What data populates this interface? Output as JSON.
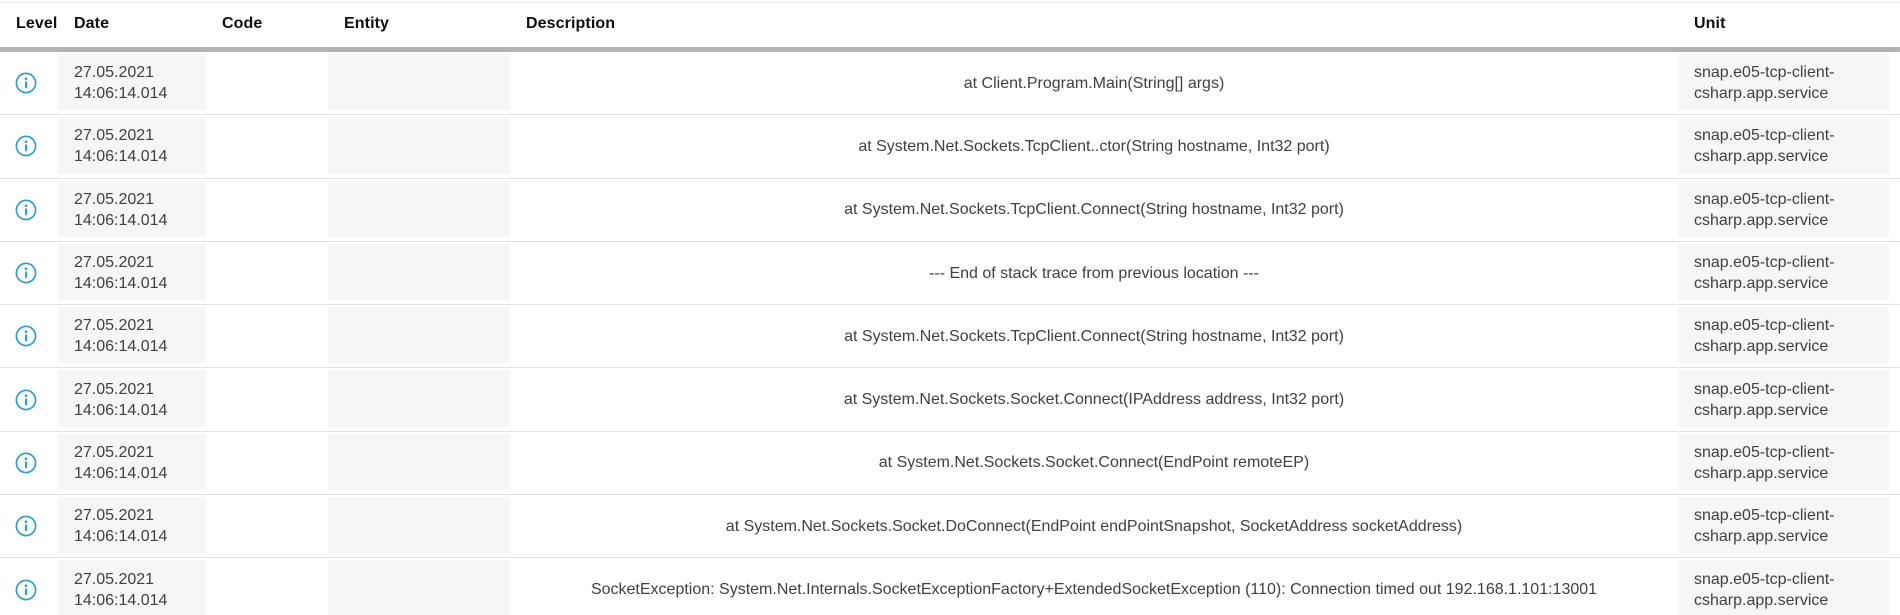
{
  "colors": {
    "info_icon": "#2d9fd8",
    "header_divider": "#b2b2b2",
    "row_divider": "#e2e2e2",
    "cell_shade": "#f6f6f6"
  },
  "table": {
    "columns": [
      {
        "key": "level",
        "label": "Level"
      },
      {
        "key": "date",
        "label": "Date"
      },
      {
        "key": "code",
        "label": "Code"
      },
      {
        "key": "entity",
        "label": "Entity"
      },
      {
        "key": "description",
        "label": "Description"
      },
      {
        "key": "unit",
        "label": "Unit"
      }
    ],
    "rows": [
      {
        "level": "info",
        "date": "27.05.2021",
        "time": "14:06:14.014",
        "code": "",
        "entity": "",
        "description": "at Client.Program.Main(String[] args)",
        "unit": "snap.e05-tcp-client-csharp.app.service"
      },
      {
        "level": "info",
        "date": "27.05.2021",
        "time": "14:06:14.014",
        "code": "",
        "entity": "",
        "description": "at System.Net.Sockets.TcpClient..ctor(String hostname, Int32 port)",
        "unit": "snap.e05-tcp-client-csharp.app.service"
      },
      {
        "level": "info",
        "date": "27.05.2021",
        "time": "14:06:14.014",
        "code": "",
        "entity": "",
        "description": "at System.Net.Sockets.TcpClient.Connect(String hostname, Int32 port)",
        "unit": "snap.e05-tcp-client-csharp.app.service"
      },
      {
        "level": "info",
        "date": "27.05.2021",
        "time": "14:06:14.014",
        "code": "",
        "entity": "",
        "description": "--- End of stack trace from previous location ---",
        "unit": "snap.e05-tcp-client-csharp.app.service"
      },
      {
        "level": "info",
        "date": "27.05.2021",
        "time": "14:06:14.014",
        "code": "",
        "entity": "",
        "description": "at System.Net.Sockets.TcpClient.Connect(String hostname, Int32 port)",
        "unit": "snap.e05-tcp-client-csharp.app.service"
      },
      {
        "level": "info",
        "date": "27.05.2021",
        "time": "14:06:14.014",
        "code": "",
        "entity": "",
        "description": "at System.Net.Sockets.Socket.Connect(IPAddress address, Int32 port)",
        "unit": "snap.e05-tcp-client-csharp.app.service"
      },
      {
        "level": "info",
        "date": "27.05.2021",
        "time": "14:06:14.014",
        "code": "",
        "entity": "",
        "description": "at System.Net.Sockets.Socket.Connect(EndPoint remoteEP)",
        "unit": "snap.e05-tcp-client-csharp.app.service"
      },
      {
        "level": "info",
        "date": "27.05.2021",
        "time": "14:06:14.014",
        "code": "",
        "entity": "",
        "description": "at System.Net.Sockets.Socket.DoConnect(EndPoint endPointSnapshot, SocketAddress socketAddress)",
        "unit": "snap.e05-tcp-client-csharp.app.service"
      },
      {
        "level": "info",
        "date": "27.05.2021",
        "time": "14:06:14.014",
        "code": "",
        "entity": "",
        "description": "SocketException: System.Net.Internals.SocketExceptionFactory+ExtendedSocketException (110): Connection timed out 192.168.1.101:13001",
        "unit": "snap.e05-tcp-client-csharp.app.service"
      }
    ]
  }
}
